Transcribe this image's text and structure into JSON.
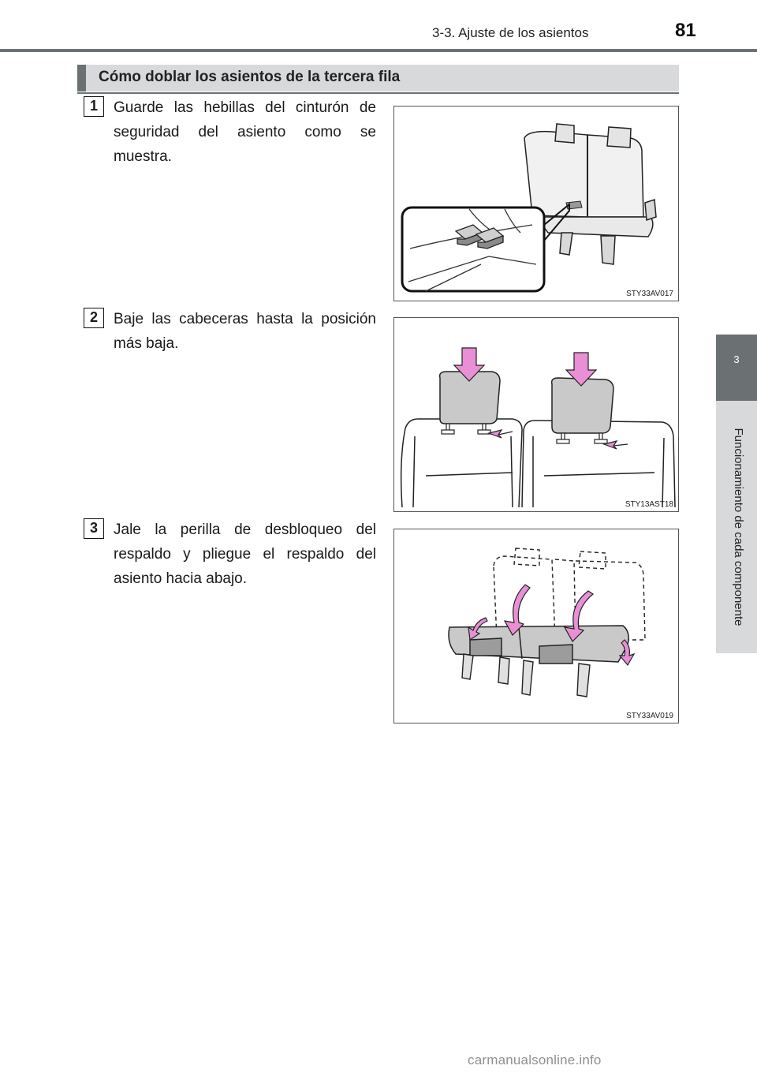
{
  "header": {
    "section": "3-3. Ajuste de los asientos",
    "page_number": "81"
  },
  "side_tab": {
    "chapter_number": "3",
    "chapter_title": "Funcionamiento de cada componente"
  },
  "section": {
    "title": "Cómo doblar los asientos de la tercera fila"
  },
  "steps": [
    {
      "number": "1",
      "text": "Guarde las hebillas del cinturón de seguridad del asiento como se muestra.",
      "figure_code": "STY33AV017"
    },
    {
      "number": "2",
      "text": "Baje las cabeceras hasta la posición más baja.",
      "figure_code": "STY13AST18"
    },
    {
      "number": "3",
      "text": "Jale la perilla de desbloqueo del respaldo y pliegue el respaldo del asiento hacia abajo.",
      "figure_code": "STY33AV019"
    }
  ],
  "colors": {
    "accent_gray": "#6b7173",
    "light_gray": "#d7d9da",
    "arrow_pink": "#e98fd5"
  },
  "watermark": "carmanualsonline.info"
}
